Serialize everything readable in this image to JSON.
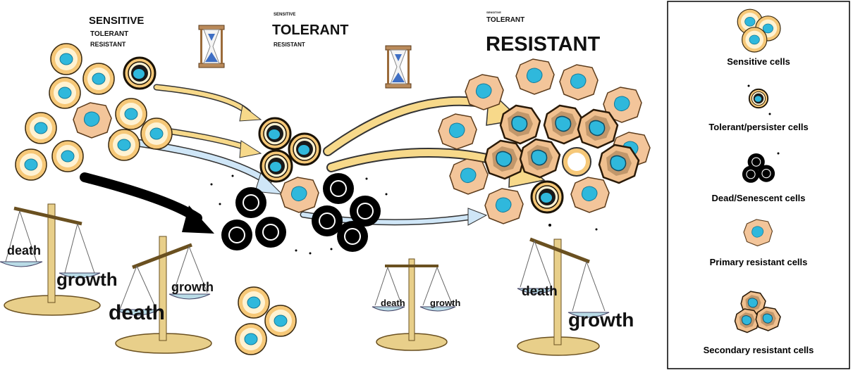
{
  "stages": {
    "s1": {
      "sensitive": "SENSITIVE",
      "tolerant": "TOLERANT",
      "resistant": "RESISTANT"
    },
    "s2": {
      "sensitive": "SENSITIVE",
      "tolerant": "TOLERANT",
      "resistant": "RESISTANT"
    },
    "s3": {
      "sensitive": "SENSITIVE",
      "tolerant": "TOLERANT",
      "resistant": "RESISTANT"
    }
  },
  "scales": [
    {
      "death": "death",
      "growth": "growth"
    },
    {
      "death": "death",
      "growth": "growth"
    },
    {
      "death": "death",
      "growth": "growth"
    },
    {
      "death": "death",
      "growth": "growth"
    }
  ],
  "legend": {
    "items": [
      {
        "label": "Sensitive cells"
      },
      {
        "label": "Tolerant/persister cells"
      },
      {
        "label": "Dead/Senescent cells"
      },
      {
        "label": "Primary resistant cells"
      },
      {
        "label": "Secondary resistant cells"
      }
    ]
  },
  "colors": {
    "sensitive": "#f6c878",
    "nucleus": "#2fb8dc",
    "dead": "#000000",
    "arrow_yellow": "#f7d98a",
    "arrow_blue": "#cfe6f7",
    "arrow_black": "#000000",
    "scale_gold": "#e8cf8a",
    "scale_pan": "#b9dbe6"
  }
}
